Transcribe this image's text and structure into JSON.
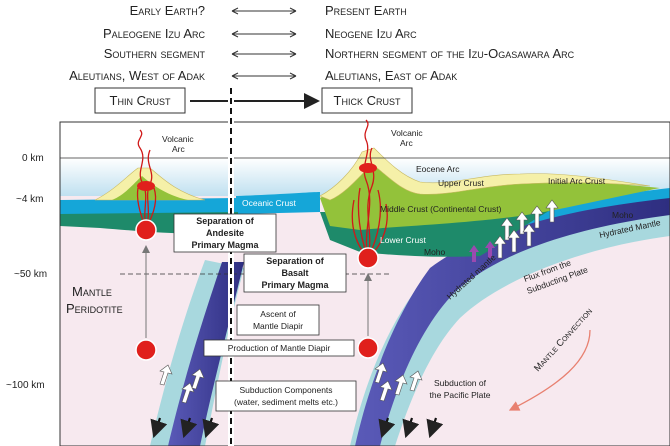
{
  "comparison": [
    {
      "left": "Early Earth?",
      "right": "Present Earth"
    },
    {
      "left": "Paleogene Izu Arc",
      "right": "Neogene Izu Arc"
    },
    {
      "left": "Southern segment",
      "right": "Northern segment of the Izu-Ogasawara Arc"
    },
    {
      "left": "Aleutians, West of Adak",
      "right": "Aleutians, East of Adak"
    }
  ],
  "thin_crust": "Thin Crust",
  "thick_crust": "Thick Crust",
  "depths": [
    "0 km",
    "~4 km",
    "~50 km",
    "~100 km"
  ],
  "labels": {
    "volcanic_arc_left_1": "Volcanic",
    "volcanic_arc_left_2": "Arc",
    "volcanic_arc_right_1": "Volcanic",
    "volcanic_arc_right_2": "Arc",
    "oceanic_crust": "Oceanic Crust",
    "eocene_arc": "Eocene Arc",
    "upper_crust": "Upper Crust",
    "initial_arc_crust": "Initial Arc Crust",
    "middle_crust": "Middle Crust (Continental Crust)",
    "lower_crust": "Lower Crust",
    "moho_left": "Moho",
    "moho_right": "Moho",
    "hydrated_mantle_right": "Hydrated Mantle",
    "hydrated_mantle_slab": "Hydrated mantle",
    "flux_1": "Flux from the",
    "flux_2": "Subducting Plate",
    "andesite_1": "Separation of",
    "andesite_2": "Andesite",
    "andesite_3": "Primary Magma",
    "basalt_1": "Separation of",
    "basalt_2": "Basalt",
    "basalt_3": "Primary Magma",
    "mantle_1": "Mantle",
    "mantle_2": "Peridotite",
    "ascent_1": "Ascent of",
    "ascent_2": "Mantle Diapir",
    "production": "Production of Mantle Diapir",
    "mantle_convection": "Mantle Convection",
    "subduction_components_1": "Subduction Components",
    "subduction_components_2": "(water, sediment melts etc.)",
    "subduction_pacific_1": "Subduction of",
    "subduction_pacific_2": "the Pacific Plate"
  },
  "colors": {
    "mantle": "#f7e9ef",
    "ocean": "#c8e4f2",
    "oceanic_crust": "#15a6d8",
    "middle_crust": "#93c23a",
    "lower_crust": "#1e8a6a",
    "upper_crust": "#f5f0a8",
    "slab": "#4a4aa6",
    "hydrated": "#a8d8de",
    "magma": "#e0201c",
    "convection": "#e88070"
  }
}
